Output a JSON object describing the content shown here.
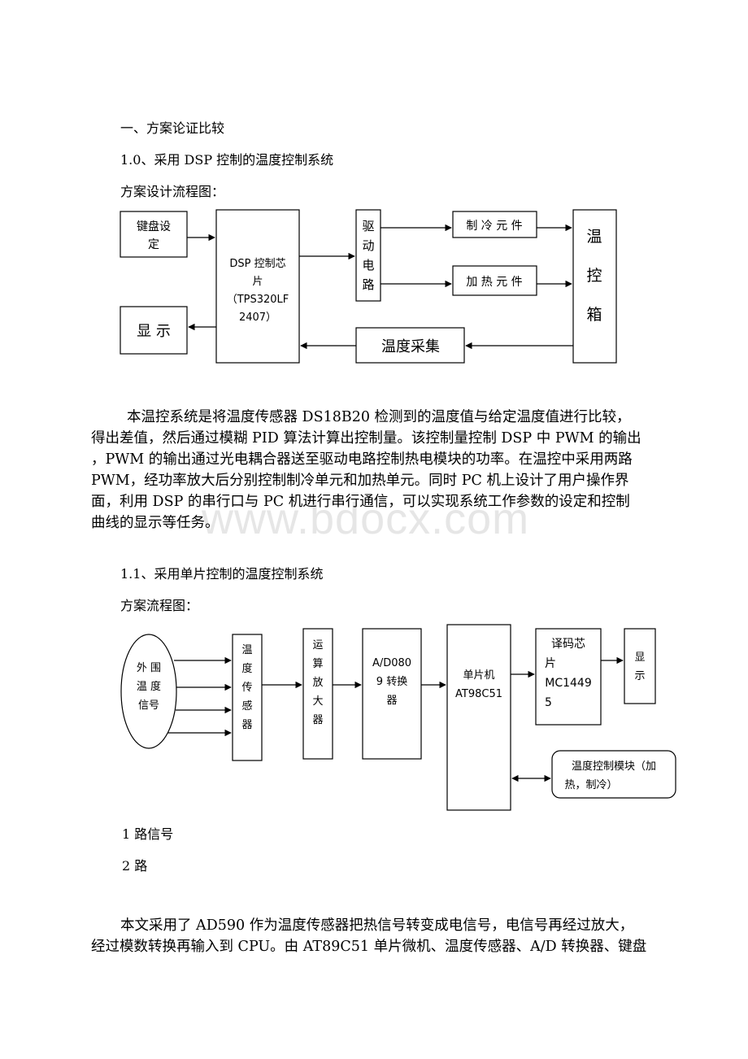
{
  "headings": {
    "section1": "一、方案论证比较",
    "sub10": "1.0、采用 DSP 控制的温度控制系统",
    "flow1_caption": "方案设计流程图：",
    "sub11": "1.1、采用单片控制的温度控制系统",
    "flow2_caption": "方案流程图："
  },
  "diagram1": {
    "keyboard": [
      "键盘设",
      "定"
    ],
    "dsp": [
      "DSP 控制芯",
      "片",
      "（TPS320LF",
      "2407）"
    ],
    "display": "显  示",
    "driver": [
      "驱",
      "动",
      "电",
      "路"
    ],
    "cooling": "制 冷 元 件",
    "heating": "加 热 元 件",
    "box": [
      "温",
      "控",
      "箱"
    ],
    "sampling": "温度采集"
  },
  "paragraph1": [
    "本温控系统是将温度传感器 DS18B20 检测到的温度值与给定温度值进行比较，",
    "得出差值，然后通过模糊 PID 算法计算出控制量。该控制量控制 DSP 中 PWM 的输出",
    "，PWM 的输出通过光电耦合器送至驱动电路控制热电模块的功率。在温控中采用两路",
    "PWM，经功率放大后分别控制制冷单元和加热单元。同时 PC 机上设计了用户操作界",
    "面，利用 DSP 的串行口与 PC 机进行串行通信，可以实现系统工作参数的设定和控制",
    "曲线的显示等任务。"
  ],
  "watermark": "www.bdocx.com",
  "diagram2": {
    "signal": [
      "外  围",
      "温  度",
      "信号"
    ],
    "sensor": [
      "温",
      "度",
      "传",
      "感",
      "器"
    ],
    "amp": [
      "运",
      "算",
      "放",
      "大",
      "器"
    ],
    "adc": [
      "A/D080",
      "9 转换",
      "器"
    ],
    "mcu": [
      "单片机",
      "AT98C51"
    ],
    "decoder": [
      "译码芯",
      "片",
      "MC1449",
      "5"
    ],
    "display": [
      "显",
      "示"
    ],
    "temp_module": [
      "温度控制模块（加",
      "热，制冷）"
    ]
  },
  "notes": {
    "line1": "1 路信号",
    "line2": "2 路"
  },
  "paragraph2": [
    "本文采用了 AD590 作为温度传感器把热信号转变成电信号，电信号再经过放大，",
    "经过模数转换再输入到 CPU。由 AT89C51 单片微机、温度传感器、A/D 转换器、键盘"
  ]
}
